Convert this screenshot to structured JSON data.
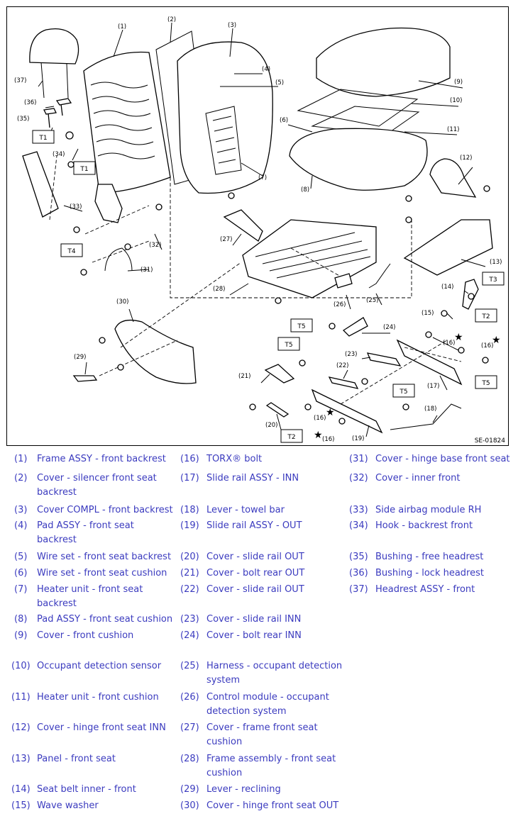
{
  "diagram": {
    "code": "SE-01824",
    "callouts": [
      "(1)",
      "(2)",
      "(3)",
      "(4)",
      "(5)",
      "(6)",
      "(7)",
      "(8)",
      "(9)",
      "(10)",
      "(11)",
      "(12)",
      "(13)",
      "(14)",
      "(15)",
      "(16)",
      "(17)",
      "(18)",
      "(19)",
      "(20)",
      "(21)",
      "(22)",
      "(23)",
      "(24)",
      "(25)",
      "(26)",
      "(27)",
      "(28)",
      "(29)",
      "(30)",
      "(31)",
      "(32)",
      "(33)",
      "(34)",
      "(35)",
      "(36)",
      "(37)"
    ],
    "torque_labels": [
      "T1",
      "T2",
      "T3",
      "T4",
      "T5"
    ],
    "star": "★"
  },
  "legend": [
    {
      "num": "(1)",
      "name": "Frame ASSY - front backrest"
    },
    {
      "num": "(2)",
      "name": "Cover - silencer front seat backrest"
    },
    {
      "num": "(3)",
      "name": "Cover COMPL - front backrest"
    },
    {
      "num": "(4)",
      "name": "Pad ASSY - front seat backrest"
    },
    {
      "num": "(5)",
      "name": "Wire set - front seat backrest"
    },
    {
      "num": "(6)",
      "name": "Wire set - front seat cushion"
    },
    {
      "num": "(7)",
      "name": "Heater unit - front seat backrest"
    },
    {
      "num": "(8)",
      "name": "Pad ASSY - front seat cushion"
    },
    {
      "num": "(9)",
      "name": "Cover - front cushion"
    },
    {
      "num": "(10)",
      "name": "Occupant detection sensor"
    },
    {
      "num": "(11)",
      "name": "Heater unit - front cushion"
    },
    {
      "num": "(12)",
      "name": "Cover - hinge front seat INN"
    },
    {
      "num": "(13)",
      "name": "Panel - front seat"
    },
    {
      "num": "(14)",
      "name": "Seat belt inner - front"
    },
    {
      "num": "(15)",
      "name": "Wave washer"
    },
    {
      "num": "(16)",
      "name": "TORX® bolt"
    },
    {
      "num": "(17)",
      "name": "Slide rail ASSY - INN"
    },
    {
      "num": "(18)",
      "name": "Lever - towel bar"
    },
    {
      "num": "(19)",
      "name": "Slide rail ASSY - OUT"
    },
    {
      "num": "(20)",
      "name": "Cover - slide rail OUT"
    },
    {
      "num": "(21)",
      "name": "Cover - bolt rear OUT"
    },
    {
      "num": "(22)",
      "name": "Cover - slide rail OUT"
    },
    {
      "num": "(23)",
      "name": "Cover - slide rail INN"
    },
    {
      "num": "(24)",
      "name": "Cover - bolt rear INN"
    },
    {
      "num": "(25)",
      "name": "Harness - occupant detection system"
    },
    {
      "num": "(26)",
      "name": "Control module - occupant detection system"
    },
    {
      "num": "(27)",
      "name": "Cover - frame front seat cushion"
    },
    {
      "num": "(28)",
      "name": "Frame assembly - front seat cushion"
    },
    {
      "num": "(29)",
      "name": "Lever - reclining"
    },
    {
      "num": "(30)",
      "name": "Cover - hinge front seat OUT"
    },
    {
      "num": "(31)",
      "name": "Cover - hinge base front seat"
    },
    {
      "num": "(32)",
      "name": "Cover - inner front"
    },
    {
      "num": "(33)",
      "name": "Side airbag module RH"
    },
    {
      "num": "(34)",
      "name": "Hook - backrest front"
    },
    {
      "num": "(35)",
      "name": "Bushing - free headrest"
    },
    {
      "num": "(36)",
      "name": "Bushing - lock headrest"
    },
    {
      "num": "(37)",
      "name": "Headrest ASSY - front"
    }
  ],
  "colors": {
    "legend_text": "#3b3bbf",
    "line": "#000000",
    "background": "#ffffff"
  }
}
